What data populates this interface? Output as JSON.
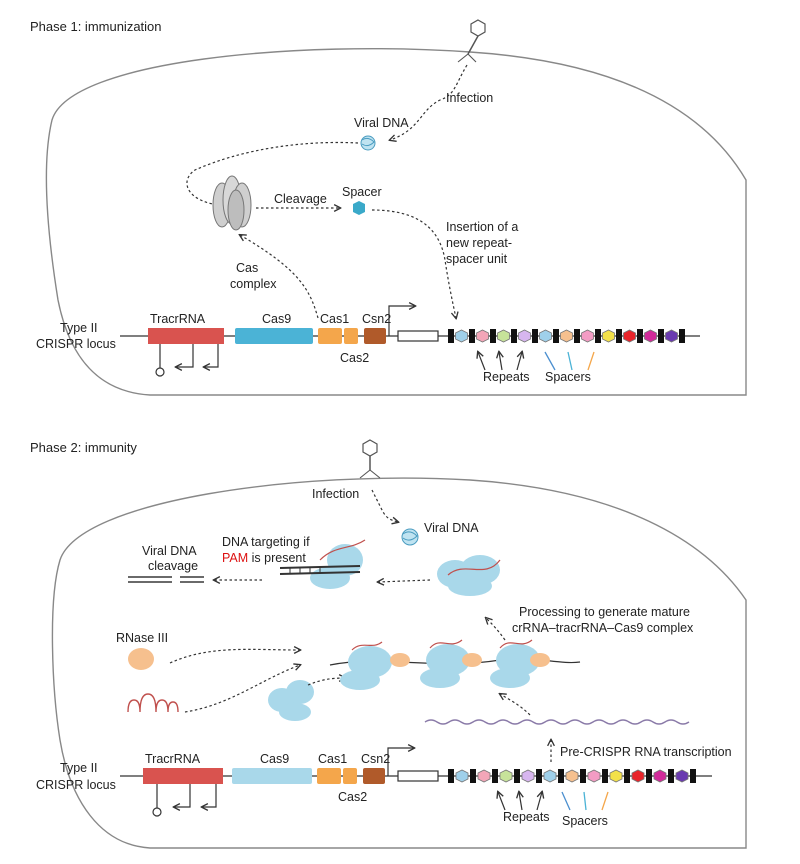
{
  "phase1": {
    "title": "Phase 1: immunization",
    "infection": "Infection",
    "viral_dna": "Viral DNA",
    "cleavage": "Cleavage",
    "spacer": "Spacer",
    "insertion": [
      "Insertion of a",
      "new repeat-",
      "spacer unit"
    ],
    "cas_complex": [
      "Cas",
      "complex"
    ],
    "locus": [
      "Type II",
      "CRISPR locus"
    ],
    "genes": {
      "tracr": "TracrRNA",
      "cas9": "Cas9",
      "cas1": "Cas1",
      "cas2": "Cas2",
      "csn2": "Csn2"
    },
    "repeats": "Repeats",
    "spacers": "Spacers"
  },
  "phase2": {
    "title": "Phase 2: immunity",
    "infection": "Infection",
    "viral_dna": "Viral DNA",
    "viral_cleavage": [
      "Viral DNA",
      "cleavage"
    ],
    "targeting_line1": "DNA targeting if",
    "pam": "PAM",
    "targeting_rest": " is present",
    "processing": [
      "Processing to generate mature",
      "crRNA–tracrRNA–Cas9 complex"
    ],
    "rnase": "RNase III",
    "transcription": "Pre-CRISPR RNA transcription",
    "locus": [
      "Type II",
      "CRISPR locus"
    ],
    "genes": {
      "tracr": "TracrRNA",
      "cas9": "Cas9",
      "cas1": "Cas1",
      "cas2": "Cas2",
      "csn2": "Csn2"
    },
    "repeats": "Repeats",
    "spacers": "Spacers"
  },
  "colors": {
    "tracr": "#d9534f",
    "cas9_phase1": "#4bb3d6",
    "cas9_phase2": "#a9d8ea",
    "cas1": "#f4a64b",
    "csn2": "#b05a2a",
    "cas_complex": "#c8c8c8",
    "viral_blob": "#a9d8ea",
    "rnase": "#f6c08e",
    "pam": "#dd1111",
    "spacer_colors": [
      "#9fd0ea",
      "#f3a6b8",
      "#c7e39a",
      "#d7b6ef",
      "#9fd0ea",
      "#f6c08e",
      "#f39cc4",
      "#f3e14a",
      "#e8242a",
      "#d12a9a",
      "#6a3bb0"
    ]
  }
}
